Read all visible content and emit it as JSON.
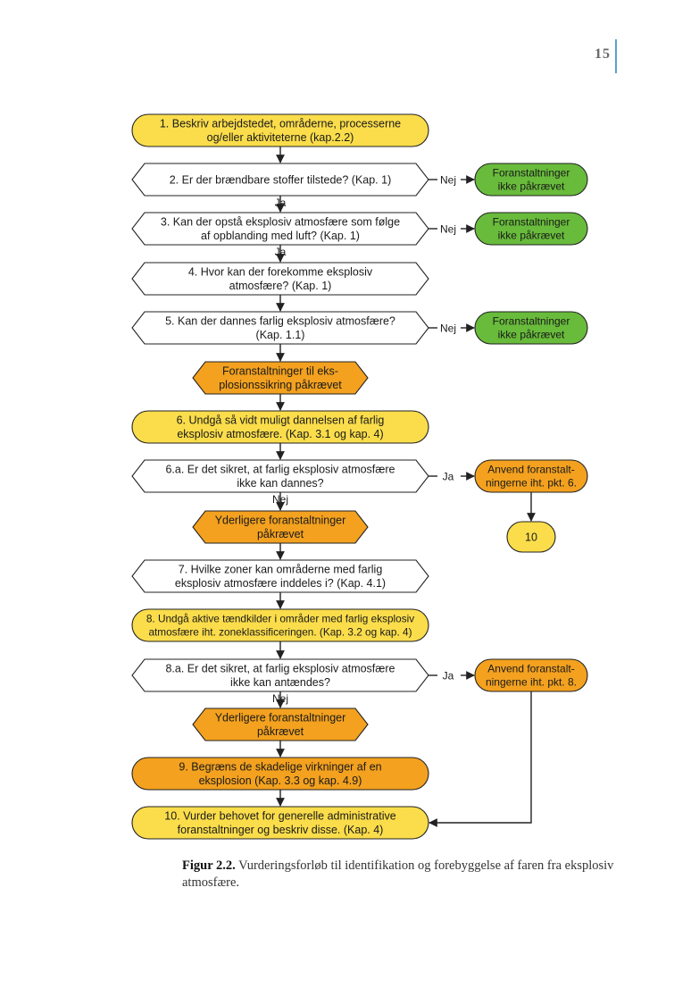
{
  "page": {
    "number": "15"
  },
  "colors": {
    "yellow": "#fbdd4b",
    "orange": "#f3a11f",
    "green": "#68bb3b",
    "white": "#ffffff",
    "stroke": "#222222",
    "page_rule": "#5aa3c8"
  },
  "nodes": [
    {
      "id": "n1",
      "shape": "pill",
      "color": "yellow",
      "lines": [
        "1. Beskriv arbejdstedet, områderne, processerne",
        "og/eller aktiviteterne (kap.2.2)"
      ]
    },
    {
      "id": "n2",
      "shape": "hexagon",
      "color": "white",
      "lines": [
        "2. Er der brændbare stoffer tilstede? (Kap. 1)"
      ]
    },
    {
      "id": "n3",
      "shape": "hexagon",
      "color": "white",
      "lines": [
        "3. Kan der opstå eksplosiv atmosfære som følge",
        "af opblanding med luft? (Kap. 1)"
      ]
    },
    {
      "id": "n4",
      "shape": "hexagon",
      "color": "white",
      "lines": [
        "4. Hvor kan der forekomme eksplosiv",
        "atmosfære? (Kap. 1)"
      ]
    },
    {
      "id": "n5",
      "shape": "hexagon",
      "color": "white",
      "lines": [
        "5. Kan der dannes farlig eksplosiv atmosfære?",
        "(Kap. 1.1)"
      ]
    },
    {
      "id": "n5b",
      "shape": "hexagon",
      "color": "orange",
      "lines": [
        "Foranstaltninger til eks-",
        "plosionssikring påkrævet"
      ]
    },
    {
      "id": "n6",
      "shape": "pill",
      "color": "yellow",
      "lines": [
        "6. Undgå så vidt muligt dannelsen af farlig",
        "eksplosiv atmosfære. (Kap. 3.1 og kap. 4)"
      ]
    },
    {
      "id": "n6a",
      "shape": "hexagon",
      "color": "white",
      "lines": [
        "6.a. Er det sikret, at farlig eksplosiv atmosfære",
        "ikke kan dannes?"
      ]
    },
    {
      "id": "n6b",
      "shape": "hexagon",
      "color": "orange",
      "lines": [
        "Yderligere foranstaltninger",
        "påkrævet"
      ]
    },
    {
      "id": "n7",
      "shape": "hexagon",
      "color": "white",
      "lines": [
        "7. Hvilke zoner kan områderne med farlig",
        "eksplosiv atmosfære inddeles i? (Kap. 4.1)"
      ]
    },
    {
      "id": "n8",
      "shape": "pill",
      "color": "yellow",
      "lines": [
        "8. Undgå aktive tændkilder i områder med farlig eksplosiv",
        "atmosfære iht. zoneklassificeringen. (Kap. 3.2 og kap. 4)"
      ]
    },
    {
      "id": "n8a",
      "shape": "hexagon",
      "color": "white",
      "lines": [
        "8.a. Er det sikret, at farlig eksplosiv atmosfære",
        "ikke kan antændes?"
      ]
    },
    {
      "id": "n8b",
      "shape": "hexagon",
      "color": "orange",
      "lines": [
        "Yderligere foranstaltninger",
        "påkrævet"
      ]
    },
    {
      "id": "n9",
      "shape": "pill",
      "color": "orange",
      "lines": [
        "9. Begræns de skadelige virkninger af en",
        "eksplosion (Kap. 3.3 og kap. 4.9)"
      ]
    },
    {
      "id": "n10",
      "shape": "pill",
      "color": "yellow",
      "lines": [
        "10. Vurder behovet for generelle administrative",
        "foranstaltninger og beskriv disse. (Kap. 4)"
      ]
    },
    {
      "id": "g2",
      "shape": "pill",
      "color": "green",
      "lines": [
        "Foranstaltninger",
        "ikke påkrævet"
      ]
    },
    {
      "id": "g3",
      "shape": "pill",
      "color": "green",
      "lines": [
        "Foranstaltninger",
        "ikke påkrævet"
      ]
    },
    {
      "id": "g5",
      "shape": "pill",
      "color": "green",
      "lines": [
        "Foranstaltninger",
        "ikke påkrævet"
      ]
    },
    {
      "id": "o6",
      "shape": "pill",
      "color": "orange",
      "lines": [
        "Anvend foranstalt-",
        "ningerne iht. pkt. 6."
      ]
    },
    {
      "id": "c10",
      "shape": "pill",
      "color": "yellow",
      "lines": [
        "10"
      ]
    },
    {
      "id": "o8",
      "shape": "pill",
      "color": "orange",
      "lines": [
        "Anvend foranstalt-",
        "ningerne iht. pkt. 8."
      ]
    }
  ],
  "edge_labels": {
    "no": "Nej",
    "yes": "Ja"
  },
  "caption": {
    "label": "Figur 2.2.",
    "text": " Vurderingsforløb til identifikation og forebyggelse af faren fra eksplosiv atmosfære."
  }
}
